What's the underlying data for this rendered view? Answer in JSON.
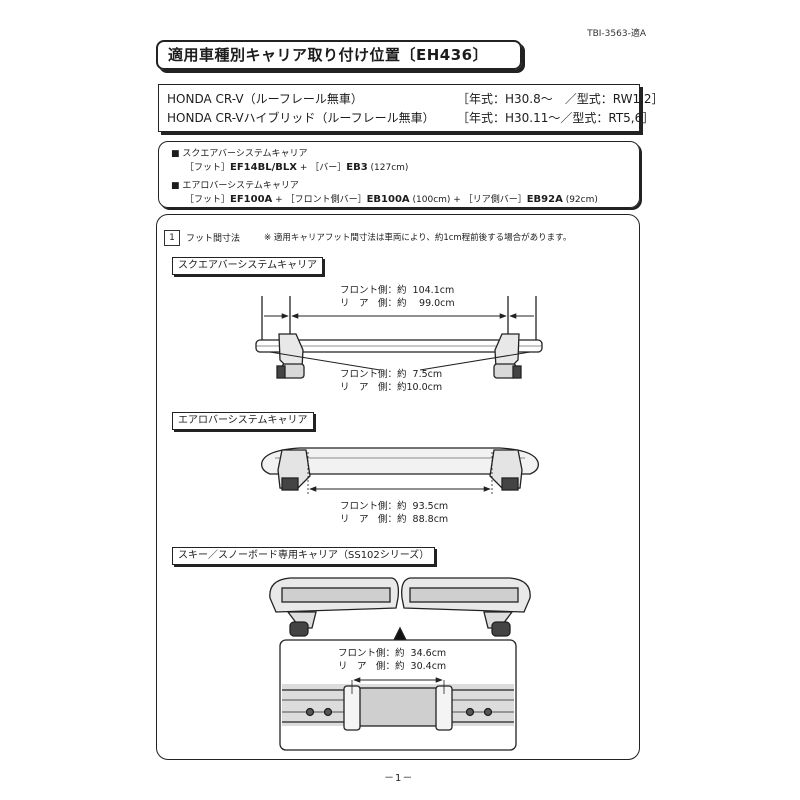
{
  "doc_id": "TBI-3563-適A",
  "title": "適用車種別キャリア取り付け位置〔EH436〕",
  "vehicles": [
    {
      "model": "HONDA CR-V（ルーフレール無車）",
      "year_type": "［年式：H30.8～　／型式：RW1,2］"
    },
    {
      "model": "HONDA CR-Vハイブリッド（ルーフレール無車）",
      "year_type": "［年式：H30.11～／型式：RT5,6］"
    }
  ],
  "products": {
    "square": {
      "heading": "■ スクエアバーシステムキャリア",
      "foot_label": "［フット］",
      "foot_code": "EF14BL/BLX",
      "plus": " + ",
      "bar_label": "［バー］",
      "bar_code": "EB3",
      "bar_size": " (127cm)"
    },
    "aero": {
      "heading": "■ エアロバーシステムキャリア",
      "foot_label": "［フット］",
      "foot_code": "EF100A",
      "plus1": " + ",
      "front_label": "［フロント側バー］",
      "front_code": "EB100A",
      "front_size": " (100cm) + ",
      "rear_label": "［リア側バー］",
      "rear_code": "EB92A",
      "rear_size": " (92cm)"
    }
  },
  "section": {
    "number": "1",
    "title": "フット間寸法",
    "note": "※ 適用キャリアフット間寸法は車両により、約1cm程前後する場合があります。"
  },
  "diagrams": {
    "square": {
      "label": "スクエアバーシステムキャリア",
      "upper": [
        "フロント側：約  104.1cm",
        "リ　ア　側：約　 99.0cm"
      ],
      "lower": [
        "フロント側：約  7.5cm",
        "リ　ア　側：約10.0cm"
      ]
    },
    "aero": {
      "label": "エアロバーシステムキャリア",
      "meas": [
        "フロント側：約  93.5cm",
        "リ　ア　側：約  88.8cm"
      ]
    },
    "ski": {
      "label": "スキー／スノーボード専用キャリア（SS102シリーズ）",
      "meas": [
        "フロント側：約  34.6cm",
        "リ　ア　側：約  30.4cm"
      ]
    }
  },
  "page_number": "－1－"
}
